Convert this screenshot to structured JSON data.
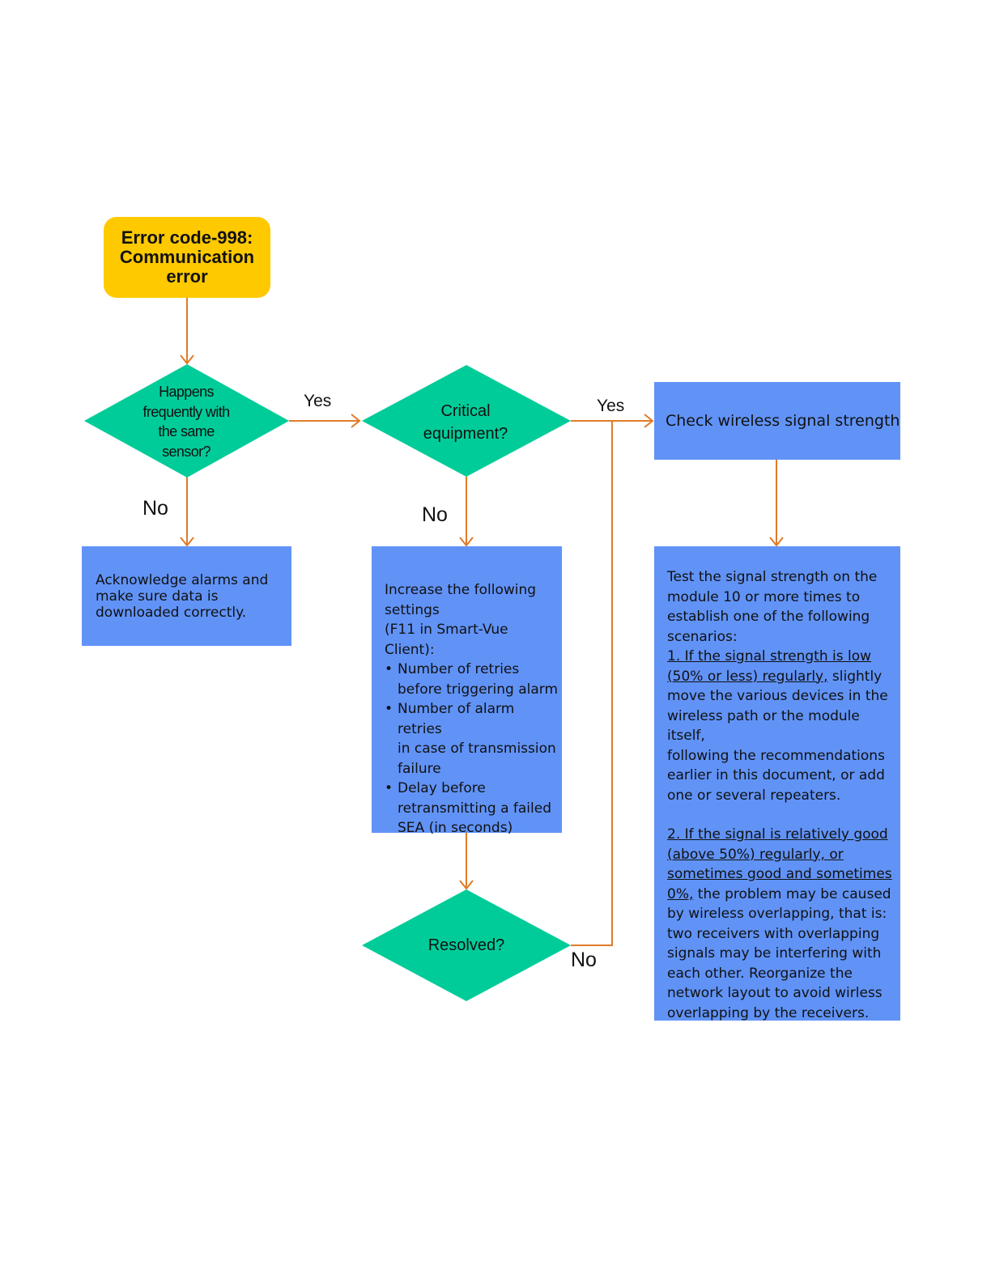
{
  "start": {
    "lines": [
      "Error code-998:",
      "Communication",
      "error"
    ]
  },
  "decision_sensor": {
    "lines": [
      "Happens",
      "frequently with",
      "the same",
      "sensor?"
    ]
  },
  "decision_critical": {
    "lines": [
      "Critical",
      "equipment?"
    ]
  },
  "decision_resolved": {
    "label": "Resolved?"
  },
  "edges": {
    "yes_1": "Yes",
    "yes_2": "Yes",
    "no_1": "No",
    "no_2": "No",
    "no_3": "No"
  },
  "box_acknowledge": {
    "lines": [
      "Acknowledge alarms and",
      "make sure data is",
      "downloaded correctly."
    ]
  },
  "box_increase": {
    "intro": [
      "Increase the following",
      "settings",
      "(F11 in Smart-Vue Client):"
    ],
    "items": [
      [
        "Number of retries",
        "before triggering alarm"
      ],
      [
        "Number of alarm retries",
        "in case of transmission",
        "failure"
      ],
      [
        "Delay before",
        "retransmitting a failed",
        "SEA (in seconds)"
      ]
    ]
  },
  "box_check": {
    "label": "Check wireless signal strength"
  },
  "box_test": {
    "intro": [
      "Test the signal strength on the",
      "module 10 or more times to",
      "establish one of the following",
      "scenarios:"
    ],
    "s1_underline": [
      "1. If the signal strength is low",
      "(50% or less) regularly,"
    ],
    "s1_rest_first": " slightly",
    "s1_rest": [
      "move the various devices in the",
      "wireless path or the module itself,",
      "following the recommendations",
      "earlier in this document, or add",
      "one or several repeaters."
    ],
    "s2_underline": [
      "2. If the signal is relatively good",
      "(above 50%) regularly, or",
      "sometimes good and sometimes",
      "0%,"
    ],
    "s2_rest_first": " the problem may be caused",
    "s2_rest": [
      "by wireless overlapping, that is:",
      "two receivers with overlapping",
      "signals may be interfering with",
      "each other. Reorganize the",
      "network layout to avoid wirless",
      "overlapping by the receivers."
    ]
  },
  "colors": {
    "start": "#ffc900",
    "decision": "#00cc99",
    "process": "#6193f7",
    "connector": "#e07b28"
  }
}
